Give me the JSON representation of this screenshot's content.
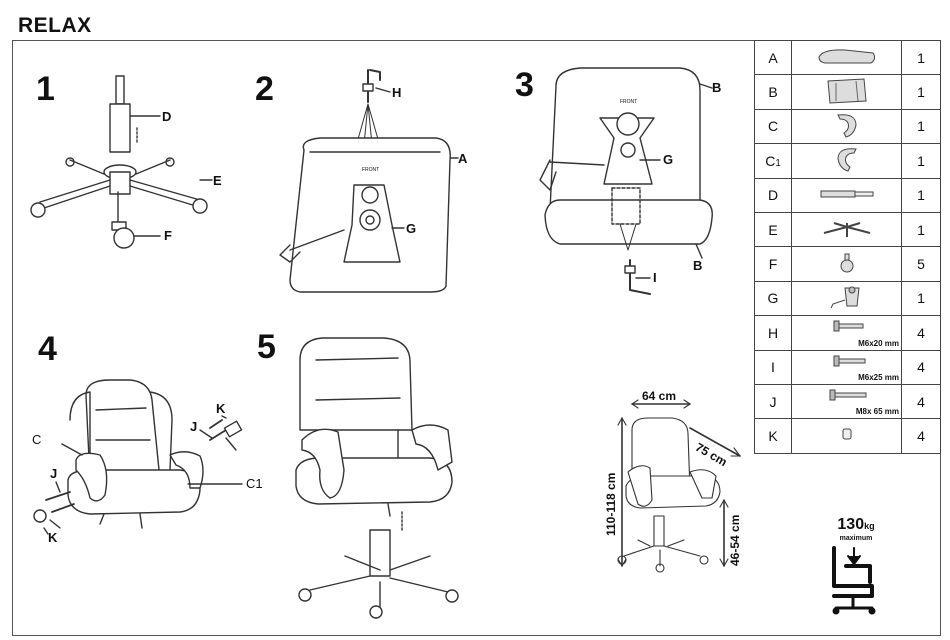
{
  "title": "RELAX",
  "steps": [
    "1",
    "2",
    "3",
    "4",
    "5"
  ],
  "labels": {
    "s1": {
      "d": "D",
      "e": "E",
      "f": "F"
    },
    "s2": {
      "h": "H",
      "a": "A",
      "g": "G",
      "front": "FRONT"
    },
    "s3": {
      "b_top": "B",
      "g": "G",
      "b_bottom": "B",
      "i": "I",
      "front": "FRONT"
    },
    "s4": {
      "c": "C",
      "j_right": "J",
      "k_right": "K",
      "c1": "C1",
      "j_left": "J",
      "k_left": "K"
    }
  },
  "parts": [
    {
      "letter": "A",
      "qty": "1",
      "icon": "seat-icon",
      "size": ""
    },
    {
      "letter": "B",
      "qty": "1",
      "icon": "backrest-icon",
      "size": ""
    },
    {
      "letter": "C",
      "qty": "1",
      "icon": "armrest-icon",
      "size": ""
    },
    {
      "letter": "C",
      "sub": "1",
      "qty": "1",
      "icon": "armrest-mirror-icon",
      "size": ""
    },
    {
      "letter": "D",
      "qty": "1",
      "icon": "gas-lift-icon",
      "size": ""
    },
    {
      "letter": "E",
      "qty": "1",
      "icon": "star-base-icon",
      "size": ""
    },
    {
      "letter": "F",
      "qty": "5",
      "icon": "caster-icon",
      "size": ""
    },
    {
      "letter": "G",
      "qty": "1",
      "icon": "mechanism-icon",
      "size": ""
    },
    {
      "letter": "H",
      "qty": "4",
      "icon": "screw-icon",
      "size": "M6x20 mm"
    },
    {
      "letter": "I",
      "qty": "4",
      "icon": "screw-icon",
      "size": "M6x25 mm"
    },
    {
      "letter": "J",
      "qty": "4",
      "icon": "screw-icon",
      "size": "M8x 65 mm"
    },
    {
      "letter": "K",
      "qty": "4",
      "icon": "cap-icon",
      "size": ""
    }
  ],
  "dimensions": {
    "width": "64 cm",
    "depth": "75 cm",
    "height": "110-118 cm",
    "seat_height": "46-54 cm"
  },
  "capacity": {
    "value": "130",
    "unit": "kg",
    "note": "maximum"
  }
}
